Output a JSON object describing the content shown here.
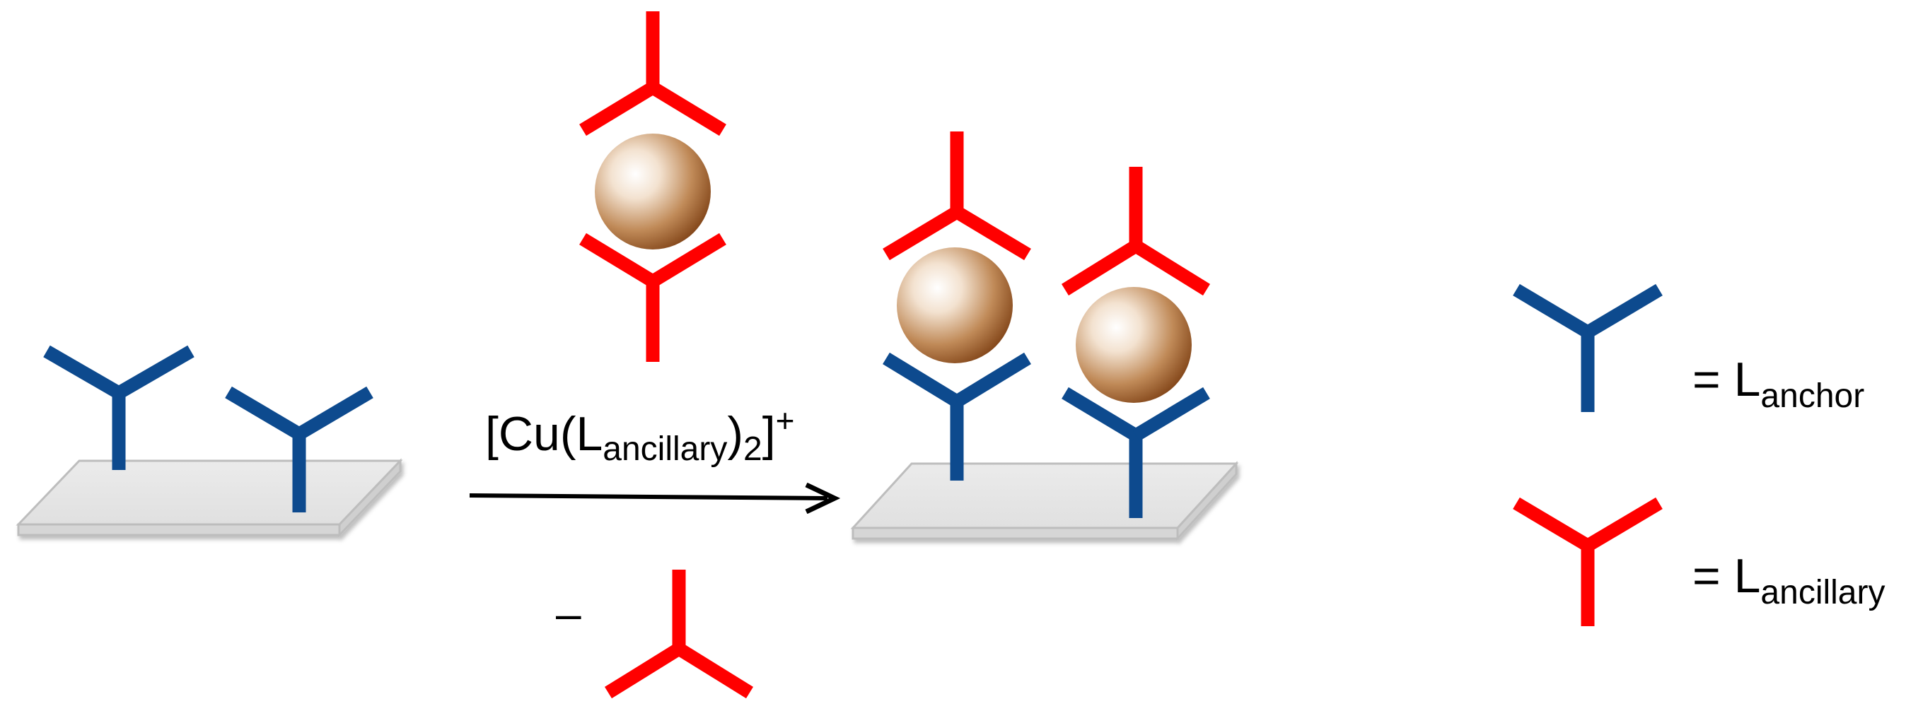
{
  "reagent": {
    "open_bracket": "[Cu(L",
    "subscript_ancillary": "ancillary",
    "close_paren": ")",
    "subscript_two": "2",
    "close_bracket": "]",
    "charge": "+"
  },
  "byproduct": {
    "minus_sign": "–"
  },
  "legend": {
    "anchor": {
      "equals_L": "= L",
      "subscript": "anchor"
    },
    "ancillary": {
      "equals_L": "= L",
      "subscript": "ancillary"
    }
  },
  "colors": {
    "anchor_ligand": "#0d4a8e",
    "ancillary_ligand": "#ff0000",
    "surface_top": "#e6e6e6",
    "surface_edge": "#c8c8c8",
    "copper_light": "#ffffff",
    "copper_dark": "#8b4513",
    "arrow": "#000000"
  }
}
